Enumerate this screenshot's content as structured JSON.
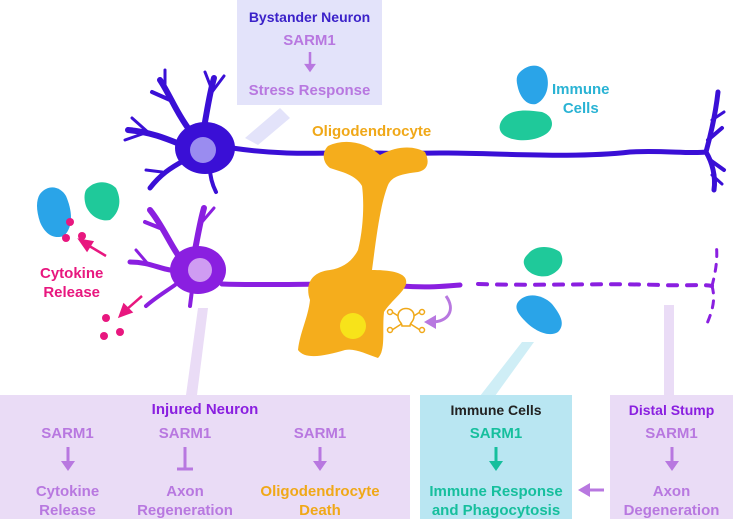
{
  "colors": {
    "bystander_neuron": "#3a0fd6",
    "injured_neuron": "#8a1fe0",
    "oligodendrocyte": "#f5ad1c",
    "immune_blue": "#2aa4e8",
    "immune_green": "#1fc99a",
    "cytokine_pink": "#e8177f",
    "panel_lavender": "#eadcf6",
    "panel_bystander": "#e3e3fa",
    "panel_immune": "#b9e6f2",
    "sarm_purple": "#b878e0",
    "bystander_text": "#3b22c9",
    "immune_text": "#16bf9d",
    "immune_cells_label": "#2ab3d4",
    "death_text": "#f0a818"
  },
  "labels": {
    "oligodendrocyte": "Oligodendrocyte",
    "immune_cells_top": "Immune\nCells",
    "cytokine_release": "Cytokine\nRelease"
  },
  "panels": {
    "bystander": {
      "title": "Bystander Neuron",
      "sarm": "SARM1",
      "outcome": "Stress Response"
    },
    "injured": {
      "title": "Injured Neuron",
      "columns": [
        {
          "sarm": "SARM1",
          "outcome": "Cytokine\nRelease",
          "arrow": "activate"
        },
        {
          "sarm": "SARM1",
          "outcome": "Axon\nRegeneration",
          "arrow": "inhibit"
        },
        {
          "sarm": "SARM1",
          "outcome": "Oligodendrocyte\nDeath",
          "arrow": "activate"
        }
      ]
    },
    "immune": {
      "title": "Immune Cells",
      "sarm": "SARM1",
      "outcome": "Immune Response\nand Phagocytosis"
    },
    "distal": {
      "title": "Distal Stump",
      "sarm": "SARM1",
      "outcome": "Axon\nDegeneration"
    }
  },
  "icons": [
    "skull-crossbones-icon",
    "activation-arrow-icon",
    "inhibition-bar-icon"
  ]
}
